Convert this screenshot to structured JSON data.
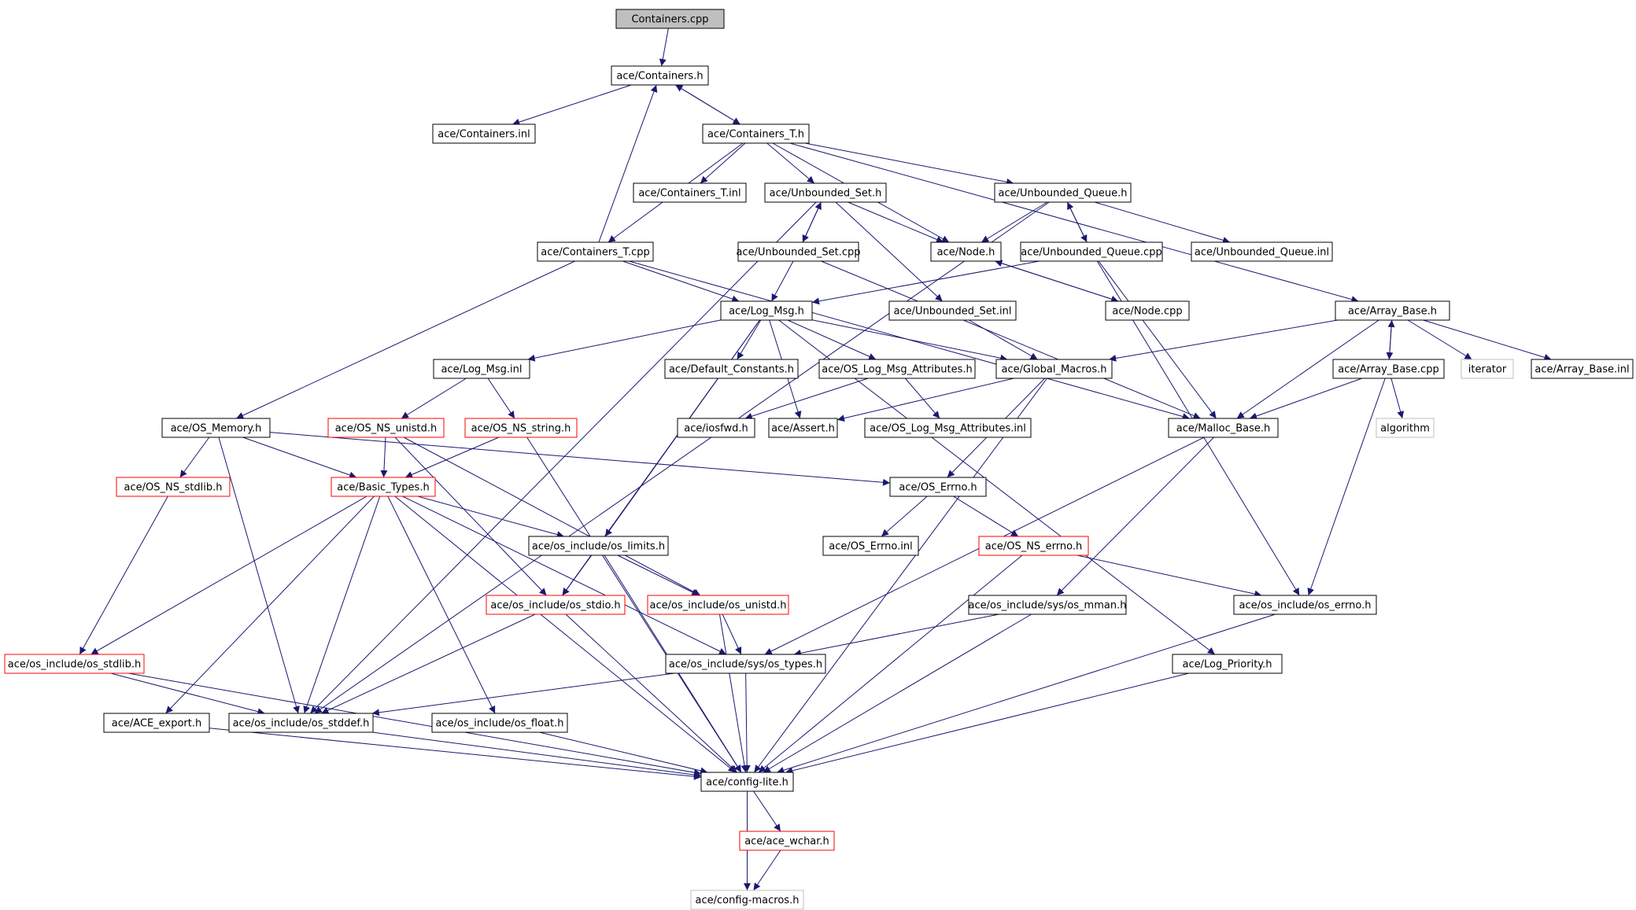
{
  "graph": {
    "colors": {
      "edge": "#191970",
      "box_normal": "#000000",
      "box_incomplete": "#ff0000",
      "box_external": "#bfbfbf",
      "root_fill": "#bfbfbf",
      "fill": "#ffffff"
    },
    "nodes": [
      {
        "id": "n0",
        "label": "Containers.cpp",
        "kind": "root"
      },
      {
        "id": "n1",
        "label": "ace/Containers.h",
        "kind": "normal"
      },
      {
        "id": "n2",
        "label": "ace/Containers.inl",
        "kind": "normal"
      },
      {
        "id": "n3",
        "label": "ace/Containers_T.h",
        "kind": "normal"
      },
      {
        "id": "n4",
        "label": "ace/Containers_T.inl",
        "kind": "normal"
      },
      {
        "id": "n5",
        "label": "ace/Unbounded_Set.h",
        "kind": "normal"
      },
      {
        "id": "n6",
        "label": "ace/Unbounded_Queue.h",
        "kind": "normal"
      },
      {
        "id": "n7",
        "label": "ace/Containers_T.cpp",
        "kind": "normal"
      },
      {
        "id": "n8",
        "label": "ace/Unbounded_Set.cpp",
        "kind": "normal"
      },
      {
        "id": "n9",
        "label": "ace/Node.h",
        "kind": "normal"
      },
      {
        "id": "n10",
        "label": "ace/Unbounded_Queue.cpp",
        "kind": "normal"
      },
      {
        "id": "n11",
        "label": "ace/Unbounded_Queue.inl",
        "kind": "normal"
      },
      {
        "id": "n12",
        "label": "ace/Log_Msg.h",
        "kind": "normal"
      },
      {
        "id": "n13",
        "label": "ace/Unbounded_Set.inl",
        "kind": "normal"
      },
      {
        "id": "n14",
        "label": "ace/Node.cpp",
        "kind": "normal"
      },
      {
        "id": "n15",
        "label": "ace/Array_Base.h",
        "kind": "normal"
      },
      {
        "id": "n16",
        "label": "ace/Log_Msg.inl",
        "kind": "normal"
      },
      {
        "id": "n17",
        "label": "ace/Default_Constants.h",
        "kind": "normal"
      },
      {
        "id": "n18",
        "label": "ace/OS_Log_Msg_Attributes.h",
        "kind": "normal"
      },
      {
        "id": "n19",
        "label": "ace/Global_Macros.h",
        "kind": "normal"
      },
      {
        "id": "n20",
        "label": "ace/Array_Base.cpp",
        "kind": "normal"
      },
      {
        "id": "n21",
        "label": "iterator",
        "kind": "external"
      },
      {
        "id": "n22",
        "label": "ace/Array_Base.inl",
        "kind": "normal"
      },
      {
        "id": "n23",
        "label": "ace/OS_Memory.h",
        "kind": "normal"
      },
      {
        "id": "n24",
        "label": "ace/OS_NS_unistd.h",
        "kind": "incomplete"
      },
      {
        "id": "n25",
        "label": "ace/OS_NS_string.h",
        "kind": "incomplete"
      },
      {
        "id": "n26",
        "label": "ace/iosfwd.h",
        "kind": "normal"
      },
      {
        "id": "n27",
        "label": "ace/Assert.h",
        "kind": "normal"
      },
      {
        "id": "n28",
        "label": "ace/OS_Log_Msg_Attributes.inl",
        "kind": "normal"
      },
      {
        "id": "n29",
        "label": "ace/Malloc_Base.h",
        "kind": "normal"
      },
      {
        "id": "n30",
        "label": "algorithm",
        "kind": "external"
      },
      {
        "id": "n31",
        "label": "ace/OS_NS_stdlib.h",
        "kind": "incomplete"
      },
      {
        "id": "n32",
        "label": "ace/Basic_Types.h",
        "kind": "incomplete"
      },
      {
        "id": "n33",
        "label": "ace/OS_Errno.h",
        "kind": "normal"
      },
      {
        "id": "n34",
        "label": "ace/os_include/os_limits.h",
        "kind": "normal"
      },
      {
        "id": "n35",
        "label": "ace/OS_Errno.inl",
        "kind": "normal"
      },
      {
        "id": "n36",
        "label": "ace/OS_NS_errno.h",
        "kind": "incomplete"
      },
      {
        "id": "n37",
        "label": "ace/os_include/os_stdio.h",
        "kind": "incomplete"
      },
      {
        "id": "n38",
        "label": "ace/os_include/os_unistd.h",
        "kind": "incomplete"
      },
      {
        "id": "n39",
        "label": "ace/os_include/sys/os_mman.h",
        "kind": "normal"
      },
      {
        "id": "n40",
        "label": "ace/os_include/os_errno.h",
        "kind": "normal"
      },
      {
        "id": "n41",
        "label": "ace/os_include/os_stdlib.h",
        "kind": "incomplete"
      },
      {
        "id": "n42",
        "label": "ace/os_include/sys/os_types.h",
        "kind": "normal"
      },
      {
        "id": "n43",
        "label": "ace/Log_Priority.h",
        "kind": "normal"
      },
      {
        "id": "n44",
        "label": "ace/ACE_export.h",
        "kind": "normal"
      },
      {
        "id": "n45",
        "label": "ace/os_include/os_stddef.h",
        "kind": "normal"
      },
      {
        "id": "n46",
        "label": "ace/os_include/os_float.h",
        "kind": "normal"
      },
      {
        "id": "n47",
        "label": "ace/config-lite.h",
        "kind": "normal"
      },
      {
        "id": "n48",
        "label": "ace/ace_wchar.h",
        "kind": "incomplete"
      },
      {
        "id": "n49",
        "label": "ace/config-macros.h",
        "kind": "external"
      }
    ],
    "edges": [
      [
        "n0",
        "n1"
      ],
      [
        "n1",
        "n2"
      ],
      [
        "n1",
        "n3"
      ],
      [
        "n3",
        "n1"
      ],
      [
        "n3",
        "n4"
      ],
      [
        "n3",
        "n5"
      ],
      [
        "n3",
        "n6"
      ],
      [
        "n3",
        "n7"
      ],
      [
        "n3",
        "n9"
      ],
      [
        "n3",
        "n15"
      ],
      [
        "n7",
        "n1"
      ],
      [
        "n5",
        "n8"
      ],
      [
        "n8",
        "n5"
      ],
      [
        "n5",
        "n9"
      ],
      [
        "n5",
        "n13"
      ],
      [
        "n5",
        "n45"
      ],
      [
        "n6",
        "n10"
      ],
      [
        "n10",
        "n6"
      ],
      [
        "n6",
        "n9"
      ],
      [
        "n6",
        "n11"
      ],
      [
        "n6",
        "n45"
      ],
      [
        "n7",
        "n12"
      ],
      [
        "n7",
        "n23"
      ],
      [
        "n7",
        "n29"
      ],
      [
        "n8",
        "n12"
      ],
      [
        "n8",
        "n29"
      ],
      [
        "n9",
        "n14"
      ],
      [
        "n14",
        "n9"
      ],
      [
        "n10",
        "n12"
      ],
      [
        "n10",
        "n29"
      ],
      [
        "n10",
        "n40"
      ],
      [
        "n12",
        "n16"
      ],
      [
        "n12",
        "n17"
      ],
      [
        "n12",
        "n18"
      ],
      [
        "n12",
        "n19"
      ],
      [
        "n12",
        "n27"
      ],
      [
        "n12",
        "n34"
      ],
      [
        "n12",
        "n37"
      ],
      [
        "n12",
        "n43"
      ],
      [
        "n13",
        "n19"
      ],
      [
        "n15",
        "n19"
      ],
      [
        "n15",
        "n20"
      ],
      [
        "n20",
        "n15"
      ],
      [
        "n15",
        "n21"
      ],
      [
        "n15",
        "n22"
      ],
      [
        "n15",
        "n29"
      ],
      [
        "n16",
        "n24"
      ],
      [
        "n16",
        "n25"
      ],
      [
        "n18",
        "n26"
      ],
      [
        "n18",
        "n28"
      ],
      [
        "n19",
        "n27"
      ],
      [
        "n19",
        "n33"
      ],
      [
        "n19",
        "n47"
      ],
      [
        "n20",
        "n29"
      ],
      [
        "n20",
        "n30"
      ],
      [
        "n20",
        "n40"
      ],
      [
        "n23",
        "n31"
      ],
      [
        "n23",
        "n32"
      ],
      [
        "n23",
        "n33"
      ],
      [
        "n23",
        "n45"
      ],
      [
        "n24",
        "n32"
      ],
      [
        "n24",
        "n37"
      ],
      [
        "n24",
        "n38"
      ],
      [
        "n25",
        "n32"
      ],
      [
        "n25",
        "n47"
      ],
      [
        "n29",
        "n42"
      ],
      [
        "n29",
        "n39"
      ],
      [
        "n31",
        "n41"
      ],
      [
        "n32",
        "n34"
      ],
      [
        "n32",
        "n41"
      ],
      [
        "n32",
        "n44"
      ],
      [
        "n32",
        "n45"
      ],
      [
        "n32",
        "n46"
      ],
      [
        "n32",
        "n42"
      ],
      [
        "n32",
        "n47"
      ],
      [
        "n33",
        "n35"
      ],
      [
        "n33",
        "n36"
      ],
      [
        "n34",
        "n37"
      ],
      [
        "n34",
        "n38"
      ],
      [
        "n34",
        "n47"
      ],
      [
        "n36",
        "n40"
      ],
      [
        "n36",
        "n47"
      ],
      [
        "n37",
        "n45"
      ],
      [
        "n37",
        "n47"
      ],
      [
        "n38",
        "n42"
      ],
      [
        "n38",
        "n47"
      ],
      [
        "n39",
        "n42"
      ],
      [
        "n39",
        "n47"
      ],
      [
        "n40",
        "n47"
      ],
      [
        "n41",
        "n45"
      ],
      [
        "n41",
        "n47"
      ],
      [
        "n42",
        "n45"
      ],
      [
        "n42",
        "n47"
      ],
      [
        "n43",
        "n47"
      ],
      [
        "n44",
        "n47"
      ],
      [
        "n45",
        "n47"
      ],
      [
        "n46",
        "n47"
      ],
      [
        "n47",
        "n48"
      ],
      [
        "n47",
        "n49"
      ],
      [
        "n48",
        "n49"
      ]
    ]
  }
}
